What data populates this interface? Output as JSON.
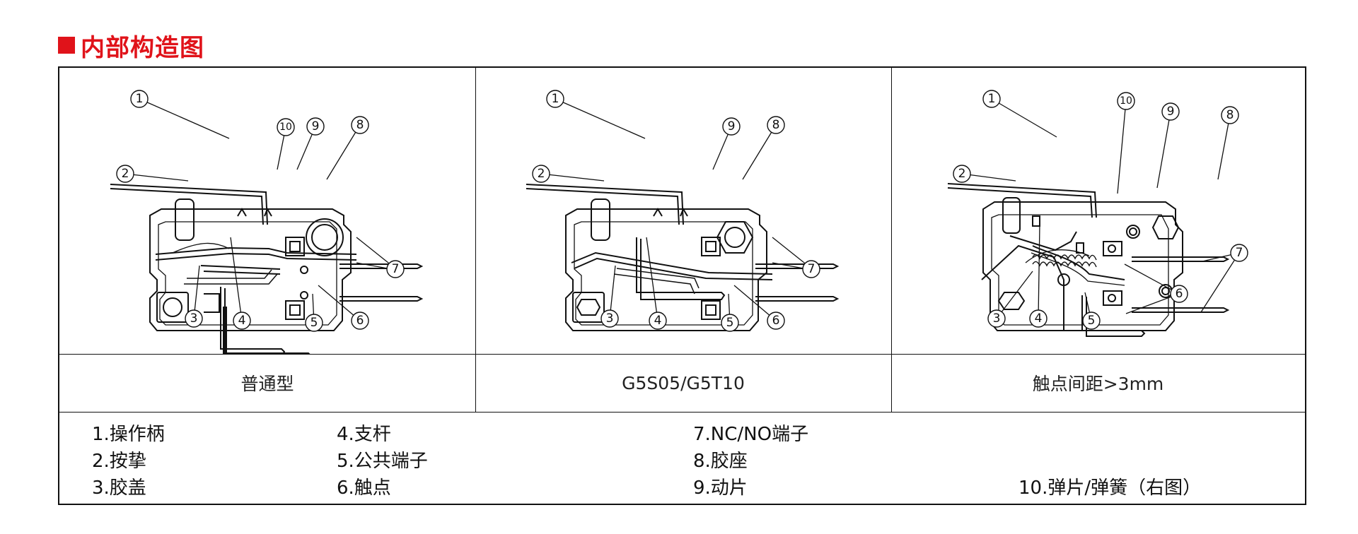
{
  "heading": "内部构造图",
  "panels": [
    {
      "caption": "普通型",
      "callouts": [
        {
          "id": "c1",
          "label": "1"
        },
        {
          "id": "c2",
          "label": "2"
        },
        {
          "id": "c3",
          "label": "3"
        },
        {
          "id": "c4",
          "label": "4"
        },
        {
          "id": "c5",
          "label": "5"
        },
        {
          "id": "c6",
          "label": "6"
        },
        {
          "id": "c7",
          "label": "7"
        },
        {
          "id": "c8",
          "label": "8"
        },
        {
          "id": "c9",
          "label": "9"
        },
        {
          "id": "c10",
          "label": "10"
        }
      ]
    },
    {
      "caption": "G5S05/G5T10",
      "callouts": [
        {
          "id": "c1",
          "label": "1"
        },
        {
          "id": "c2",
          "label": "2"
        },
        {
          "id": "c3",
          "label": "3"
        },
        {
          "id": "c4",
          "label": "4"
        },
        {
          "id": "c5",
          "label": "5"
        },
        {
          "id": "c6",
          "label": "6"
        },
        {
          "id": "c7",
          "label": "7"
        },
        {
          "id": "c8",
          "label": "8"
        },
        {
          "id": "c9",
          "label": "9"
        }
      ]
    },
    {
      "caption": "触点间距>3mm",
      "callouts": [
        {
          "id": "c1",
          "label": "1"
        },
        {
          "id": "c2",
          "label": "2"
        },
        {
          "id": "c3",
          "label": "3"
        },
        {
          "id": "c4",
          "label": "4"
        },
        {
          "id": "c5",
          "label": "5"
        },
        {
          "id": "c6",
          "label": "6"
        },
        {
          "id": "c7",
          "label": "7"
        },
        {
          "id": "c8",
          "label": "8"
        },
        {
          "id": "c9",
          "label": "9"
        },
        {
          "id": "c10",
          "label": "10"
        }
      ]
    }
  ],
  "legend": [
    "1.操作柄",
    "2.按挚",
    "3.胶盖",
    "4.支杆",
    "5.公共端子",
    "6.触点",
    "7.NC/NO端子",
    "8.胶座",
    "9.动片",
    "10.弹片/弹簧（右图）"
  ]
}
